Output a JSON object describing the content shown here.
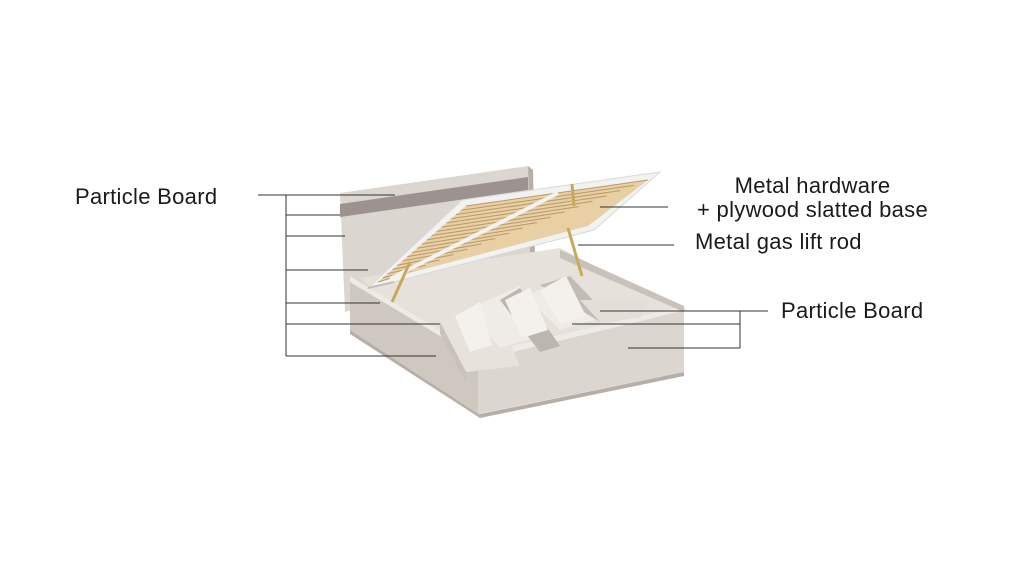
{
  "labels": {
    "left_particle_board": "Particle Board",
    "hardware_line1": "Metal hardware",
    "hardware_line2": "+ plywood slatted base",
    "gas_lift": "Metal gas lift rod",
    "right_particle_board": "Particle Board"
  },
  "colors": {
    "background": "#ffffff",
    "board": "#dcd6d0",
    "board_shade": "#c9c2bb",
    "board_dark": "#b7afa7",
    "slat_wood": "#e8cfa4",
    "slat_frame": "#f2f2f2",
    "accent_strip": "#9c9290",
    "gas_rod": "#c9a85a",
    "leader_line": "#333333",
    "text": "#1a1a1a"
  }
}
